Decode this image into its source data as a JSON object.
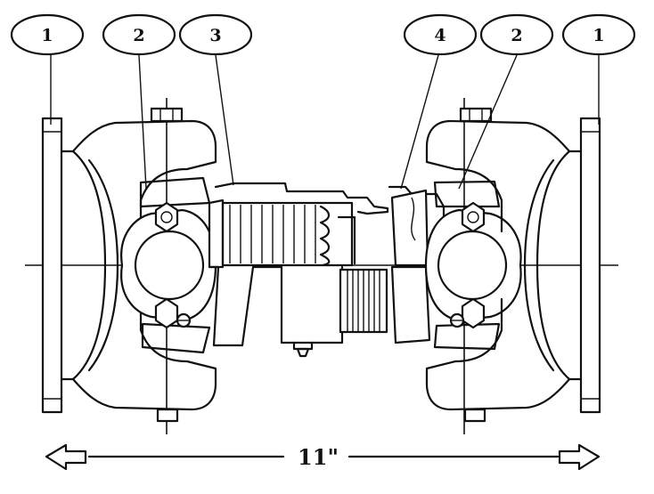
{
  "callouts": [
    {
      "id": "c1-left",
      "label": "1"
    },
    {
      "id": "c2-left",
      "label": "2"
    },
    {
      "id": "c3",
      "label": "3"
    },
    {
      "id": "c4",
      "label": "4"
    },
    {
      "id": "c2-right",
      "label": "2"
    },
    {
      "id": "c1-right",
      "label": "1"
    }
  ],
  "dimension": {
    "label": "11\""
  },
  "icons": {
    "left_arrow": "arrow-left-icon",
    "right_arrow": "arrow-right-icon"
  },
  "colors": {
    "ink": "#111111",
    "paper": "#ffffff"
  }
}
